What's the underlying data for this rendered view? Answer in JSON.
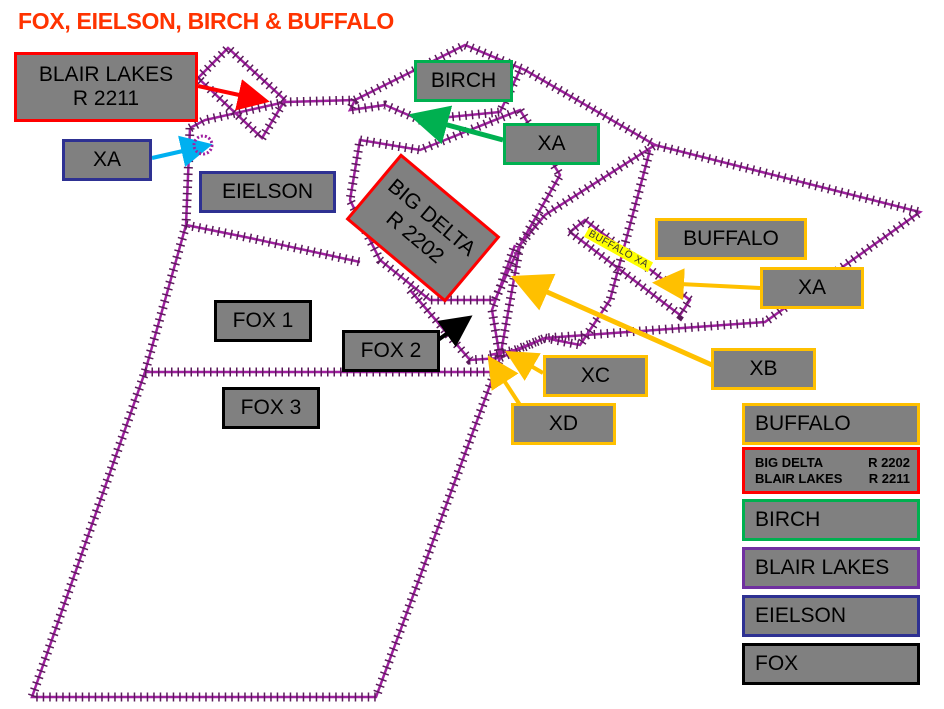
{
  "title": "FOX, EIELSON, BIRCH & BUFFALO",
  "colors": {
    "boundary": "#a020a0",
    "tick": "#5a1a5a",
    "title": "#ff3300",
    "label_fill": "#808080",
    "buffalo": "#ffc000",
    "restricted": "#ff0000",
    "birch": "#00b050",
    "blair": "#7030a0",
    "eielson": "#2e3192",
    "fox": "#000000",
    "buffalo_xa_fill": "#ffff00"
  },
  "map_labels": {
    "blair_lakes": [
      "BLAIR LAKES",
      "R 2211"
    ],
    "xa_eielson": "XA",
    "birch": "BIRCH",
    "xa_birch": "XA",
    "eielson": "EIELSON",
    "big_delta": [
      "BIG DELTA",
      "R 2202"
    ],
    "buffalo": "BUFFALO",
    "buffalo_xa": "BUFFALO XA",
    "xa_buffalo": "XA",
    "fox1": "FOX 1",
    "fox2": "FOX 2",
    "fox3": "FOX 3",
    "xb": "XB",
    "xc": "XC",
    "xd": "XD"
  },
  "legend": {
    "buffalo": "BUFFALO",
    "restricted": [
      {
        "name": "BIG DELTA",
        "code": "R 2202"
      },
      {
        "name": "BLAIR LAKES",
        "code": "R 2211"
      }
    ],
    "birch": "BIRCH",
    "blair_lakes": "BLAIR LAKES",
    "eielson": "EIELSON",
    "fox": "FOX"
  }
}
